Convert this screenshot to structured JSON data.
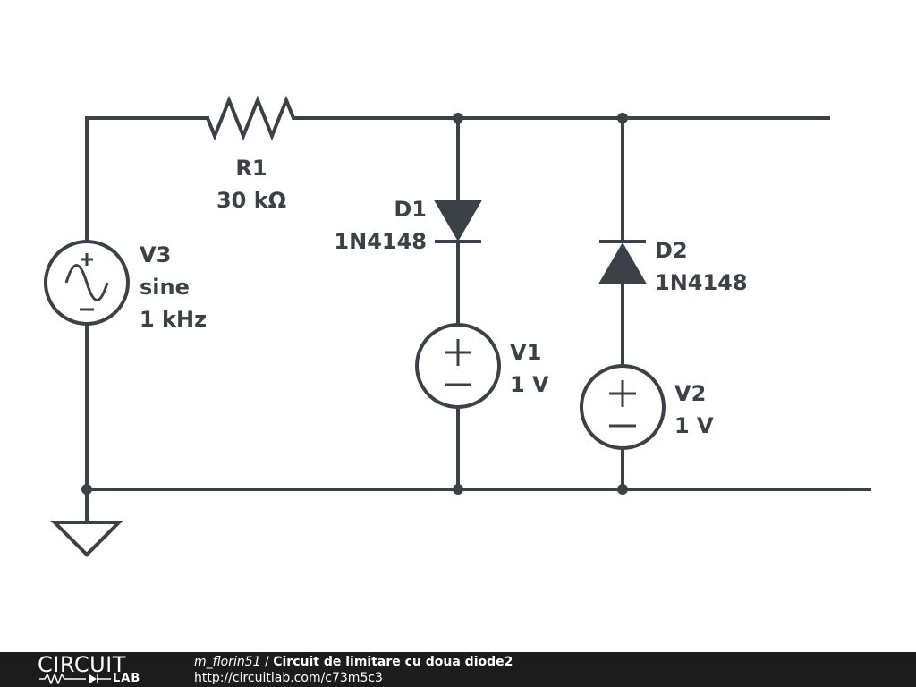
{
  "components": {
    "r1": {
      "ref": "R1",
      "value": "30 kΩ"
    },
    "d1": {
      "ref": "D1",
      "part": "1N4148"
    },
    "d2": {
      "ref": "D2",
      "part": "1N4148"
    },
    "v3": {
      "ref": "V3",
      "type": "sine",
      "freq": "1 kHz"
    },
    "v1": {
      "ref": "V1",
      "value": "1 V"
    },
    "v2": {
      "ref": "V2",
      "value": "1 V"
    }
  },
  "footer": {
    "logo_top": "CIRCUIT",
    "logo_bottom": "LAB",
    "author": "m_florin51",
    "separator": " / ",
    "title": "Circuit de limitare cu doua diode2",
    "url": "http://circuitlab.com/c73m5c3"
  },
  "colors": {
    "ink": "#3b4147",
    "footer_bg": "#1c1c1c",
    "footer_text": "#ffffff"
  }
}
